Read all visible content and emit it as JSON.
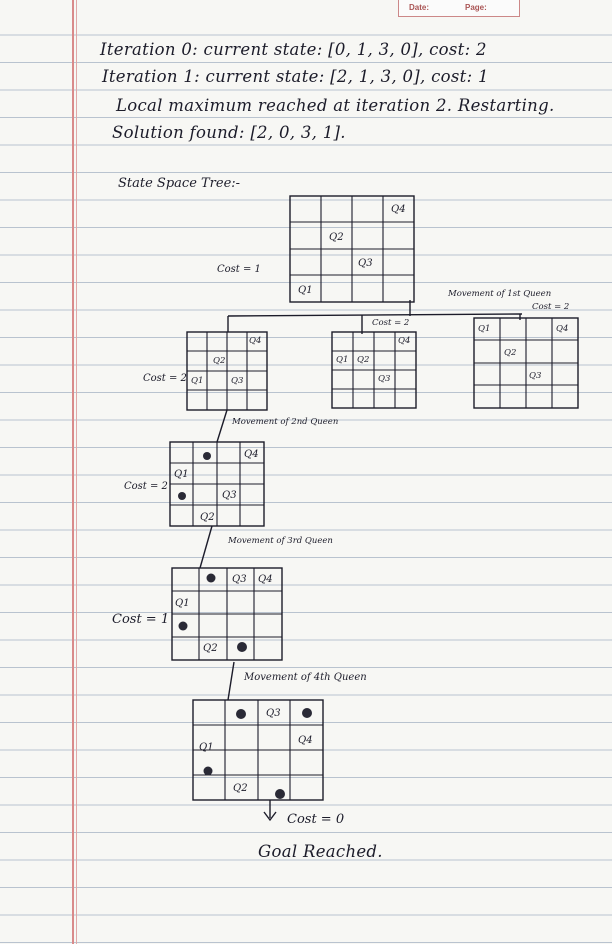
{
  "header": {
    "date_label": "Date:",
    "page_label": "Page:"
  },
  "lines": [
    "Iteration 0:  current state: [0, 1, 3, 0],  cost: 2",
    "Iteration 1:  current state: [2, 1, 3, 0],  cost: 1",
    "Local maximum reached at iteration 2. Restarting.",
    "Solution found: [2, 0, 3, 1]."
  ],
  "tree": {
    "title": "State Space Tree:-",
    "root": {
      "cost": "Cost = 1",
      "labels": [
        "Q4",
        "Q2",
        "Q3",
        "Q1"
      ]
    },
    "movement_1": "Movement of 1st Queen",
    "level1": [
      {
        "cost": "Cost = 2",
        "labels": [
          "Q4",
          "Q2",
          "Q1",
          "Q3"
        ]
      },
      {
        "cost": "Cost = 2",
        "labels": [
          "Q4",
          "Q1",
          "Q2",
          "Q3"
        ]
      },
      {
        "cost": "Cost = 2",
        "labels": [
          "Q1",
          "Q4",
          "Q2",
          "Q3"
        ]
      }
    ],
    "movement_2": "Movement of 2nd Queen",
    "level2": {
      "cost": "Cost = 2",
      "labels": [
        "Q4",
        "Q1",
        "Q3",
        "Q2"
      ]
    },
    "movement_3": "Movement of 3rd Queen",
    "level3": {
      "cost": "Cost = 1",
      "labels": [
        "Q3",
        "Q4",
        "Q1",
        "Q2"
      ]
    },
    "movement_4": "Movement of 4th Queen",
    "level4": {
      "labels": [
        "Q3",
        "Q1",
        "Q4",
        "Q2"
      ]
    },
    "final_cost": "Cost = 0",
    "goal": "Goal Reached."
  }
}
